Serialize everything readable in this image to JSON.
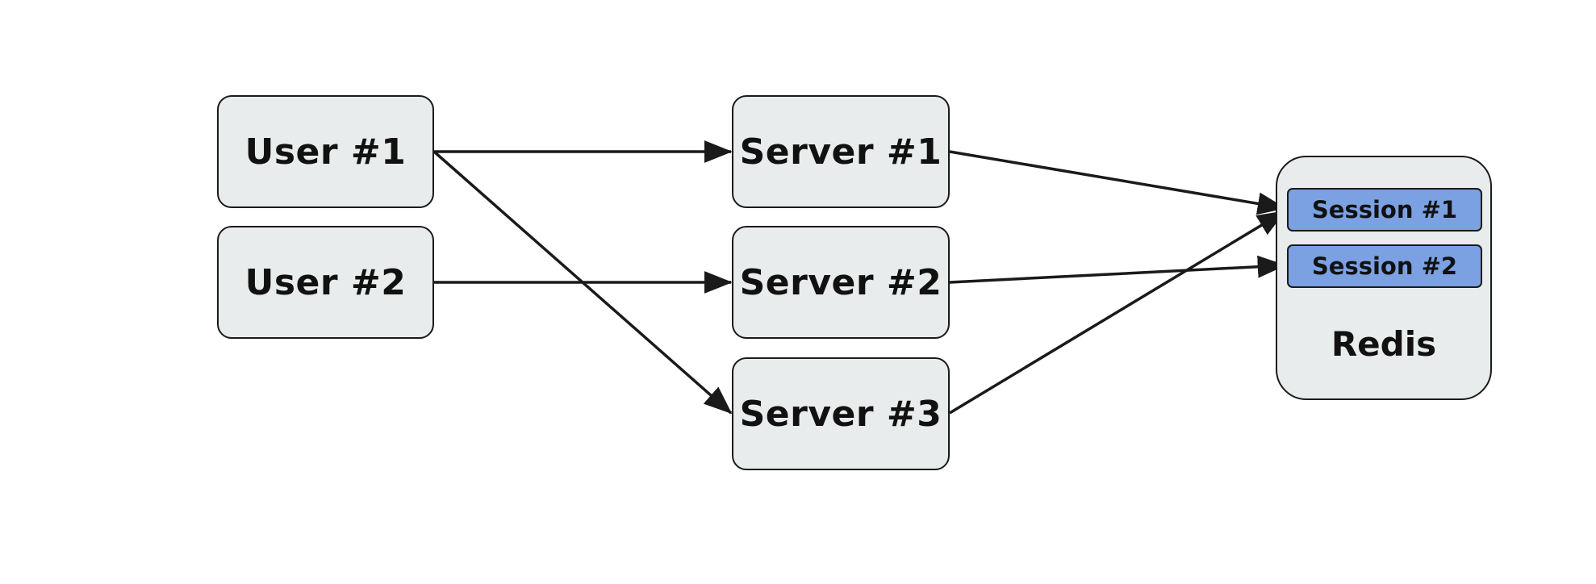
{
  "nodes": {
    "user_1": "User #1",
    "user_2": "User #2",
    "server_1": "Server #1",
    "server_2": "Server #2",
    "server_3": "Server #3"
  },
  "redis": {
    "label": "Redis",
    "sessions": [
      "Session #1",
      "Session #2"
    ]
  },
  "edges": [
    {
      "from": "User #1",
      "to": "Server #1"
    },
    {
      "from": "User #1",
      "to": "Server #3"
    },
    {
      "from": "User #2",
      "to": "Server #2"
    },
    {
      "from": "Server #1",
      "to": "Session #1"
    },
    {
      "from": "Server #2",
      "to": "Session #2"
    },
    {
      "from": "Server #3",
      "to": "Session #1"
    }
  ],
  "colors": {
    "node_fill": "#e9ecec",
    "session_fill": "#7ba1e2",
    "stroke": "#1a1a1a"
  }
}
